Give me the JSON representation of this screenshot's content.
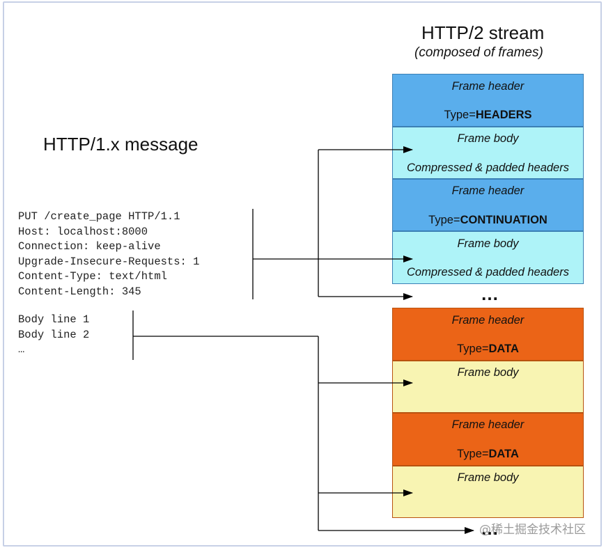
{
  "left": {
    "title": "HTTP/1.x message",
    "headers_text": "PUT /create_page HTTP/1.1\nHost: localhost:8000\nConnection: keep-alive\nUpgrade-Insecure-Requests: 1\nContent-Type: text/html\nContent-Length: 345",
    "body_text": "Body line 1\nBody line 2\n…"
  },
  "right": {
    "title": "HTTP/2 stream",
    "subtitle": "(composed of frames)",
    "frames": [
      {
        "header": "Frame header",
        "type_prefix": "Type=",
        "type": "HEADERS",
        "body": "Frame body",
        "body_note": "Compressed & padded headers"
      },
      {
        "header": "Frame header",
        "type_prefix": "Type=",
        "type": "CONTINUATION",
        "body": "Frame body",
        "body_note": "Compressed & padded headers"
      },
      {
        "header": "Frame header",
        "type_prefix": "Type=",
        "type": "DATA",
        "body": "Frame body",
        "body_note": ""
      },
      {
        "header": "Frame header",
        "type_prefix": "Type=",
        "type": "DATA",
        "body": "Frame body",
        "body_note": ""
      }
    ],
    "ellipsis_1": "…",
    "ellipsis_2": "…"
  },
  "watermark": "@稀土掘金技术社区",
  "colors": {
    "headers_frame_header": "#5aaeec",
    "headers_frame_body": "#aef3f8",
    "data_frame_header": "#eb6417",
    "data_frame_body": "#f8f4b2"
  }
}
